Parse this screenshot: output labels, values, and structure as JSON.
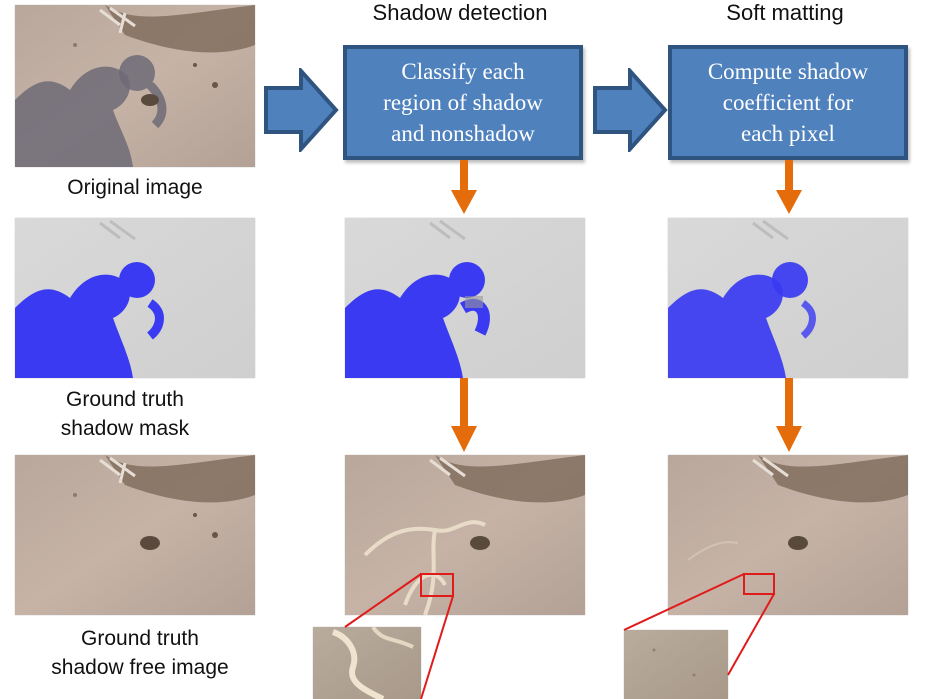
{
  "columns": {
    "detection_title": "Shadow detection",
    "matting_title": "Soft matting"
  },
  "steps": {
    "classify": "Classify each\nregion of shadow\nand nonshadow",
    "coefficient": "Compute shadow\ncoefficient for\neach pixel"
  },
  "labels": {
    "original": "Original image",
    "gt_mask": "Ground truth\nshadow mask",
    "gt_free": "Ground truth\nshadow free image"
  },
  "colors": {
    "box_fill": "#4f81bd",
    "box_border": "#2f5480",
    "arrow_orange": "#e46c0a",
    "mask_blue": "#3a3af2",
    "zoom_red": "#e01b1b"
  }
}
